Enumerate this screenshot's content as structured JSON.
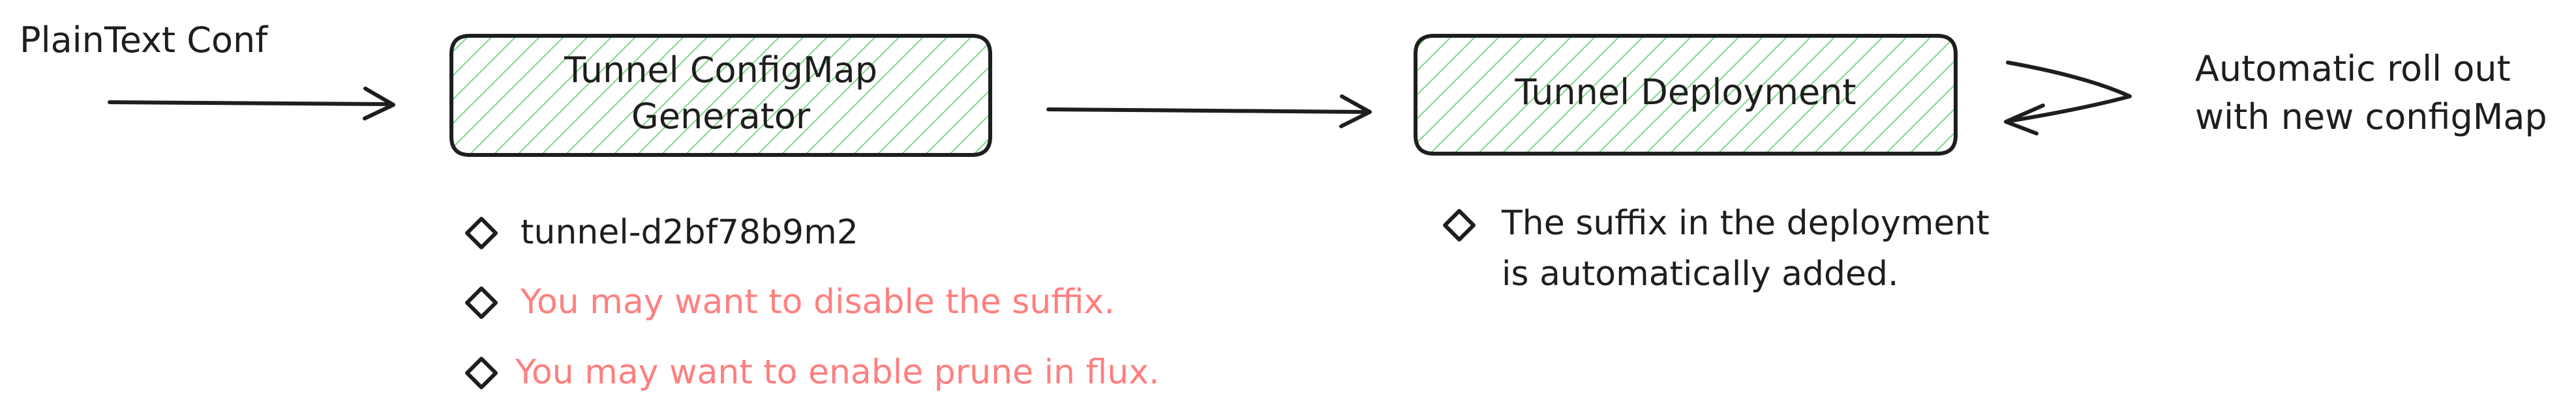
{
  "colors": {
    "stroke": "#1e1e1e",
    "box_fill": "#b2f2bb",
    "hatch": "#7fd68a",
    "warning_text": "#ff7f7f",
    "background": "#ffffff"
  },
  "input_label": "PlainText Conf",
  "generator_box": {
    "line1": "Tunnel ConfigMap",
    "line2": "Generator"
  },
  "deployment_box": {
    "label": "Tunnel Deployment"
  },
  "rollout_note": {
    "line1": "Automatic roll out",
    "line2": "with new configMap"
  },
  "generator_notes": [
    {
      "text": "tunnel-d2bf78b9m2",
      "tone": "dark"
    },
    {
      "text": "You may want to disable the suffix.",
      "tone": "warning"
    },
    {
      "text": "You may want to enable prune in flux.",
      "tone": "warning"
    }
  ],
  "deployment_notes": [
    {
      "line1": "The suffix in the deployment",
      "line2": "is automatically added."
    }
  ],
  "icons": {
    "bullet": "diamond-icon",
    "arrow": "arrow-right-icon",
    "cycle_arrow": "rollout-cycle-arrow-icon"
  }
}
